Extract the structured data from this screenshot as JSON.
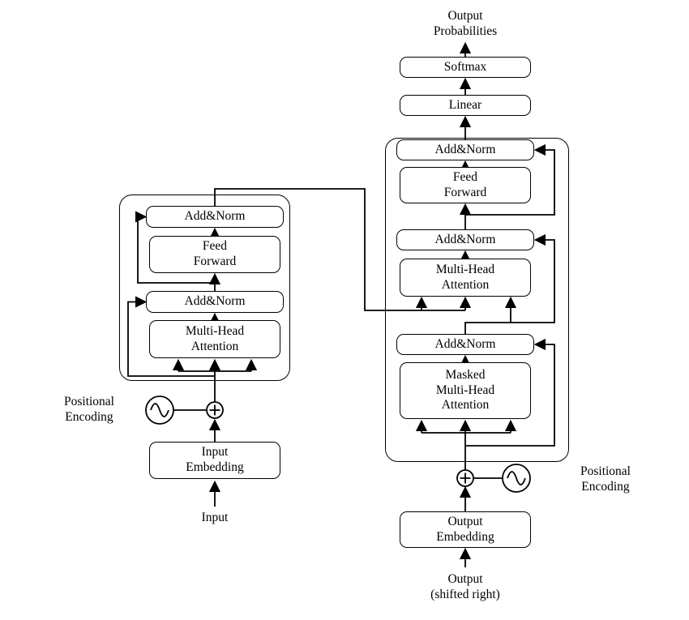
{
  "diagram": {
    "colors": {
      "line": "#000000",
      "box_fill": "#ffffff",
      "background": "#ffffff"
    },
    "labels": {
      "input": "Input",
      "output": "Output\n(shifted right)",
      "output_probabilities": "Output\nProbabilities",
      "positional_encoding_left": "Positional\nEncoding",
      "positional_encoding_right": "Positional\nEncoding"
    },
    "encoder": {
      "add_norm_upper": "Add&Norm",
      "feed_forward": "Feed\nForward",
      "add_norm_lower": "Add&Norm",
      "multi_head_attention": "Multi-Head\nAttention",
      "input_embedding": "Input\nEmbedding"
    },
    "decoder": {
      "softmax": "Softmax",
      "linear": "Linear",
      "add_norm_upper": "Add&Norm",
      "feed_forward": "Feed\nForward",
      "add_norm_middle": "Add&Norm",
      "multi_head_attention": "Multi-Head\nAttention",
      "add_norm_lower": "Add&Norm",
      "masked_multi_head_attention": "Masked\nMulti-Head\nAttention",
      "output_embedding": "Output\nEmbedding"
    }
  }
}
